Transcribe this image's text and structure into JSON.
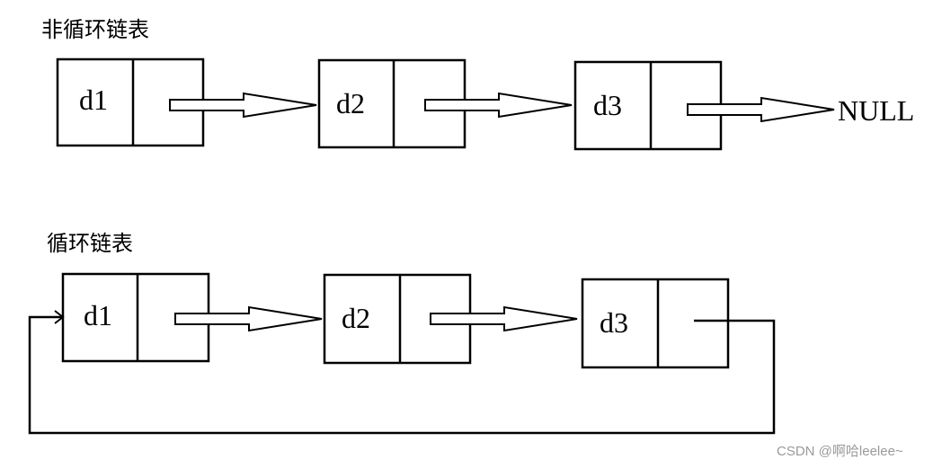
{
  "top": {
    "title": "非循环链表",
    "nodes": [
      "d1",
      "d2",
      "d3"
    ],
    "end_label": "NULL"
  },
  "bottom": {
    "title": "循环链表",
    "nodes": [
      "d1",
      "d2",
      "d3"
    ]
  },
  "watermark": "CSDN @啊哈leelee~"
}
